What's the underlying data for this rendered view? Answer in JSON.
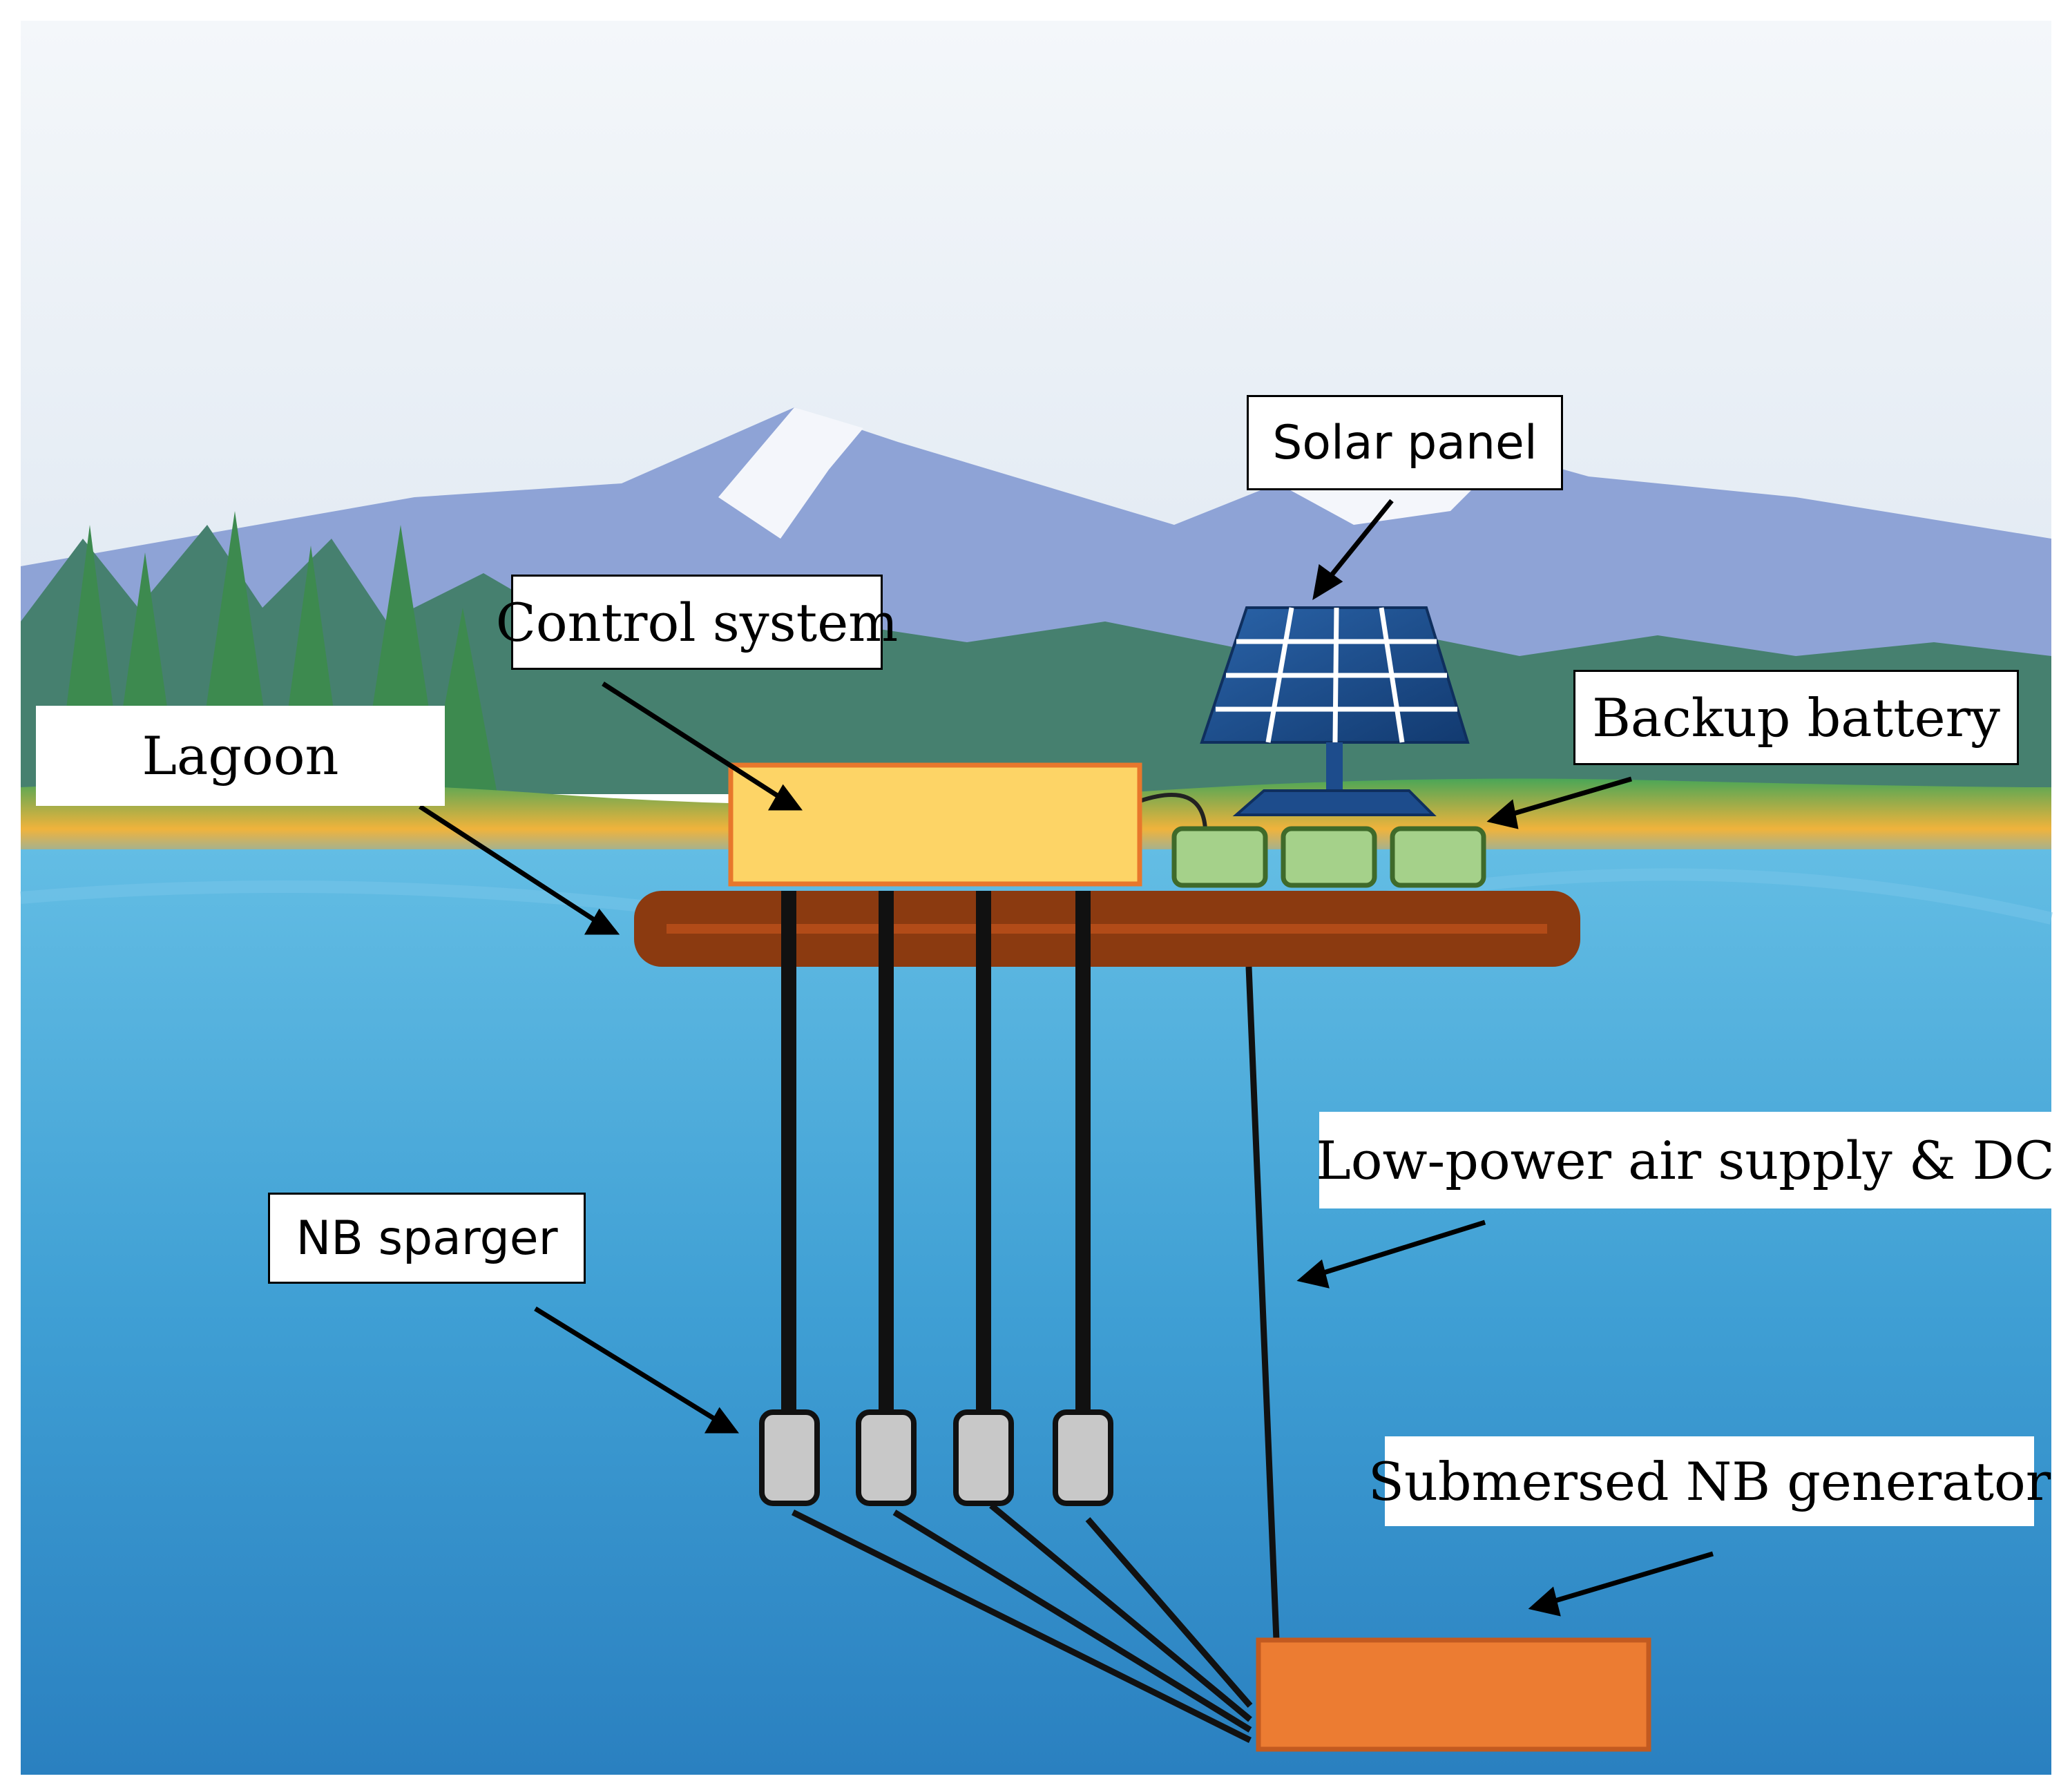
{
  "labels": {
    "solar_panel": "Solar panel",
    "control_system": "Control system",
    "lagoon": "Lagoon",
    "backup_battery": "Backup battery",
    "air_supply": "Low-power air supply & DC",
    "nb_sparger": "NB sparger",
    "nb_generator": "Submersed NB generator"
  },
  "colors": {
    "sky": "#eef4f8",
    "mountain": "#8aa0d4",
    "snow": "#ffffff",
    "forest": "#3f7a6a",
    "grass": "#4fa85a",
    "sand": "#f2b540",
    "water_top": "#5fb4df",
    "water_bottom": "#2c87c6",
    "platform": "#8b3a10",
    "control_box": "#fdd466",
    "control_border": "#e8772c",
    "battery": "#a5d18a",
    "battery_border": "#3f6a2a",
    "generator": "#ec7c32",
    "generator_border": "#c25a20",
    "sparger": "#c8c8c8",
    "solar_cell": "#1d4c8c"
  }
}
